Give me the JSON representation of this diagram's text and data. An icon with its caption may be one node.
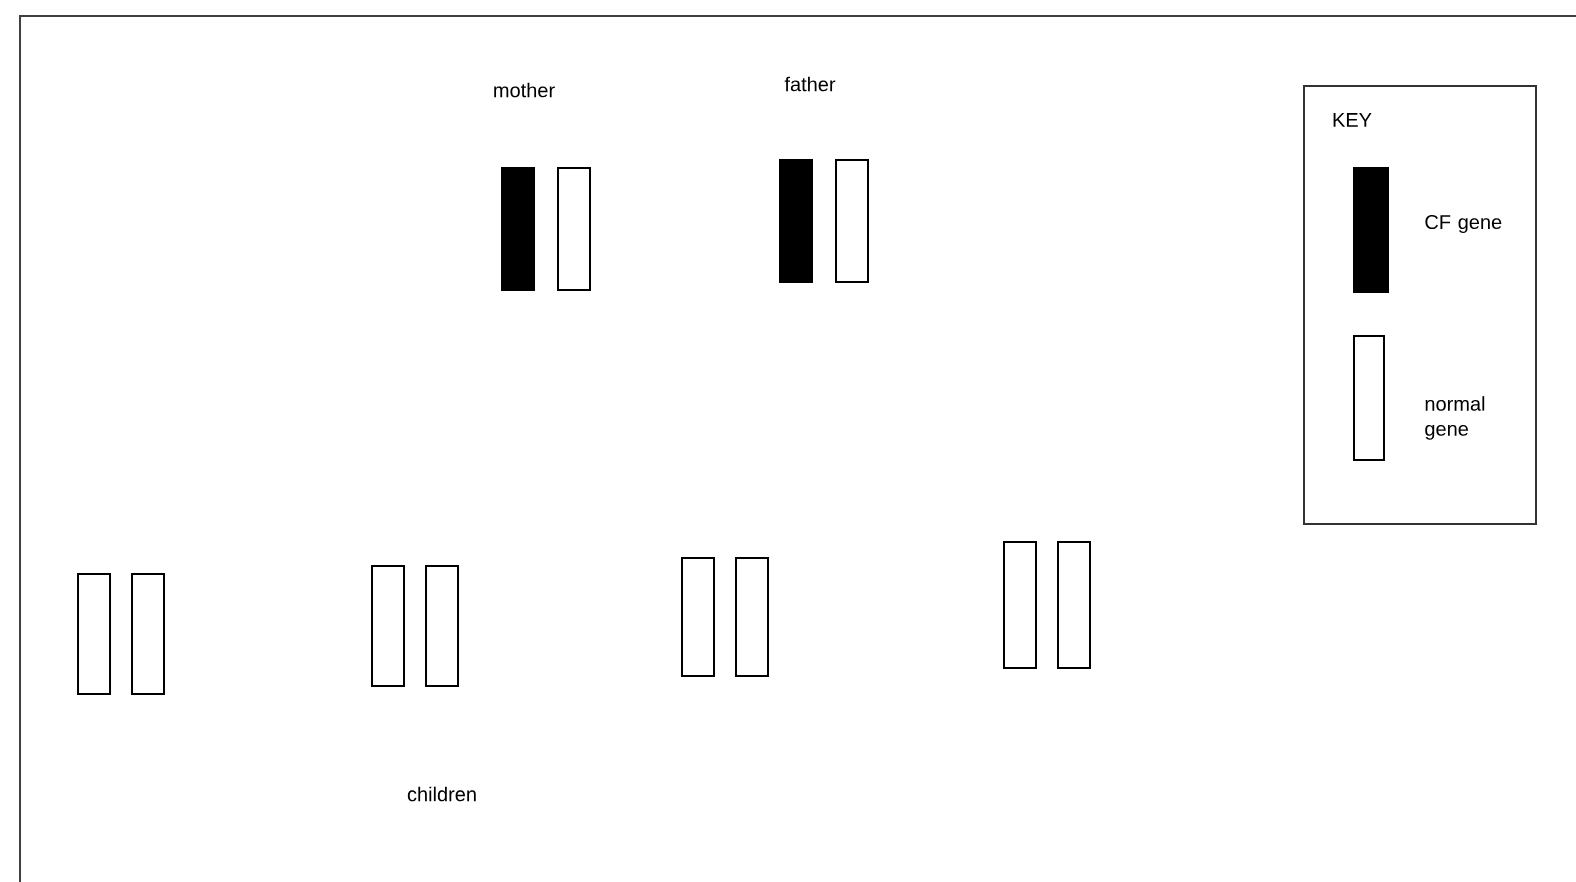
{
  "diagram": {
    "labels": [
      "mother",
      "father",
      "KEY",
      "children"
    ],
    "legend": [
      {
        "text": "CF gene",
        "color": "#000000"
      },
      {
        "text": "normal gene"
      }
    ]
  }
}
